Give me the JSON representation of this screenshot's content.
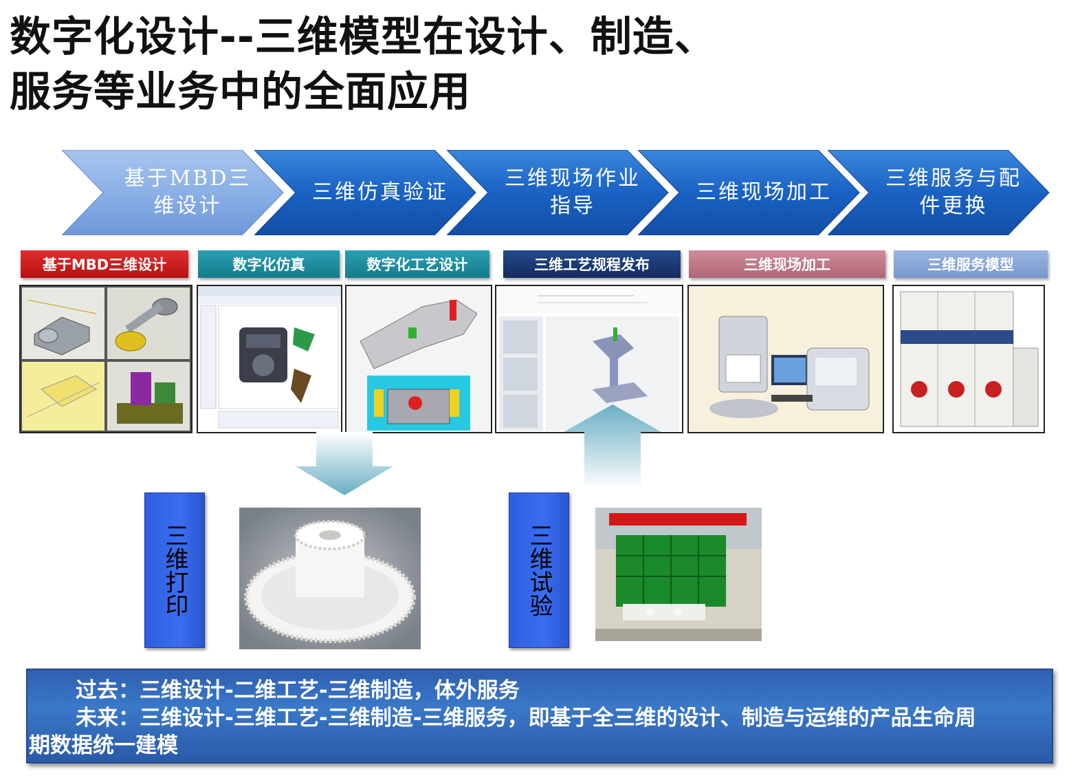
{
  "title": {
    "line1": "数字化设计--三维模型在设计、制造、",
    "line2": "服务等业务中的全面应用"
  },
  "process_steps": [
    {
      "label": "基于MBD三维设计"
    },
    {
      "label": "三维仿真验证"
    },
    {
      "label": "三维现场作业指导"
    },
    {
      "label": "三维现场加工"
    },
    {
      "label": "三维服务与配件更换"
    }
  ],
  "sections": [
    {
      "label": "基于MBD三维设计"
    },
    {
      "label": "数字化仿真"
    },
    {
      "label": "数字化工艺设计"
    },
    {
      "label": "三维工艺规程发布"
    },
    {
      "label": "三维现场加工"
    },
    {
      "label": "三维服务模型"
    }
  ],
  "side_labels": {
    "print": "三维打印",
    "test": "三维试验"
  },
  "summary": {
    "past": "过去：三维设计-二维工艺-三维制造，体外服务",
    "future_line1": "未来：三维设计-三维工艺-三维制造-三维服务，即基于全三维的设计、制造与运维的产品生命周",
    "future_line2": "期数据统一建模"
  },
  "colors": {
    "chevron_first": "#8fb2e6",
    "chevron": "#1a5fc0",
    "section_red": "#c81818",
    "section_teal": "#1f8fa0",
    "section_navy": "#1a3a78",
    "section_rose": "#c07888",
    "section_steel": "#86a4d6",
    "summary_bg": "#3a74c4"
  }
}
